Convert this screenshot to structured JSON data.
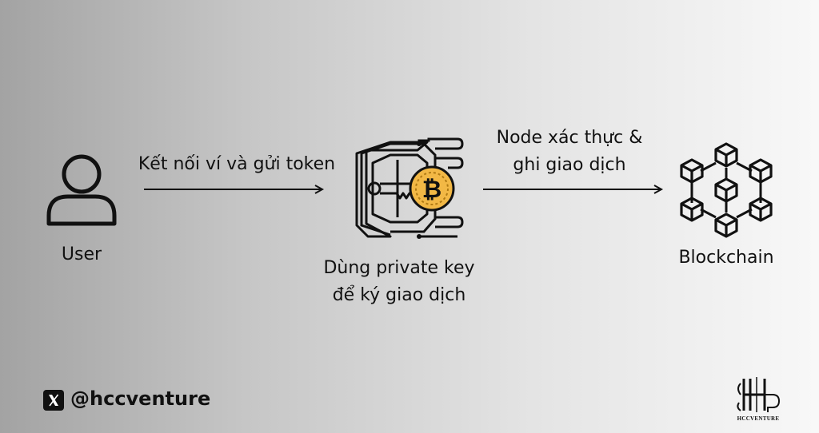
{
  "nodes": {
    "user": {
      "label": "User",
      "icon": "user-icon"
    },
    "sign": {
      "label_line1": "Dùng private key",
      "label_line2": "để ký giao dịch",
      "icon": "bitcoin-key-icon"
    },
    "chain": {
      "label": "Blockchain",
      "icon": "blockchain-icon"
    }
  },
  "edges": {
    "connect": {
      "label": "Kết nối ví và gửi token"
    },
    "verify": {
      "label_line1": "Node xác thực &",
      "label_line2": "ghi giao dịch"
    }
  },
  "footer": {
    "handle": "@hccventure",
    "social_icon": "x-logo-icon",
    "brand_logo": "hccventure-logo",
    "brand_text": "HCCVENTURE"
  },
  "colors": {
    "accent": "#f2b845",
    "ink": "#111111"
  }
}
